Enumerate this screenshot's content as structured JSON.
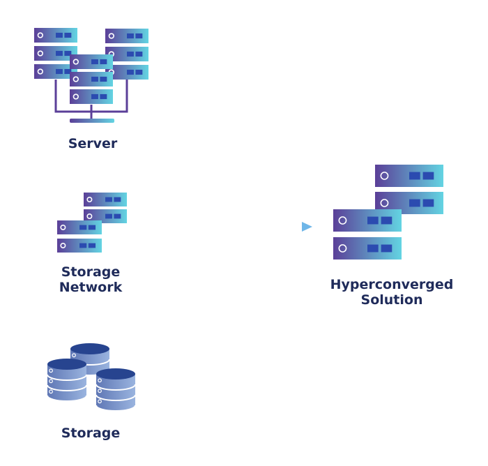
{
  "diagram": {
    "colors": {
      "gradient_start": "#5b3f98",
      "gradient_end": "#63d4e2",
      "slot": "#2b4bb0",
      "label": "#1f2b5a",
      "cable": "#5b3f98",
      "db_top": "#27448f",
      "db_body": "#6d88c2",
      "db_line": "#ffffff",
      "arrow": "#6fb6e8"
    },
    "nodes": {
      "server": {
        "label": "Server",
        "icon": "server-rack-icon"
      },
      "storage_network": {
        "label": "Storage\nNetwork",
        "icon": "storage-network-icon"
      },
      "storage": {
        "label": "Storage",
        "icon": "database-icon"
      },
      "hyperconverged": {
        "label": "Hyperconverged\nSolution",
        "icon": "hyperconverged-server-icon"
      }
    },
    "edges": [
      {
        "from": "storage_network",
        "to": "hyperconverged",
        "icon": "arrow-right-icon"
      }
    ]
  }
}
